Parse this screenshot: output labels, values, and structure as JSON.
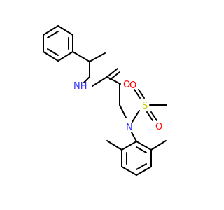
{
  "atoms": [
    {
      "symbol": "NH",
      "element": "N",
      "color": "#3333ff"
    },
    {
      "symbol": "O",
      "element": "O",
      "color": "#ff0000"
    },
    {
      "symbol": "N",
      "element": "N",
      "color": "#3333ff"
    },
    {
      "symbol": "S",
      "element": "S",
      "color": "#cccc00"
    },
    {
      "symbol": "O",
      "element": "O",
      "color": "#ff0000"
    },
    {
      "symbol": "O",
      "element": "O",
      "color": "#ff0000"
    }
  ],
  "bond_color": "#000000",
  "background": "#ffffff"
}
